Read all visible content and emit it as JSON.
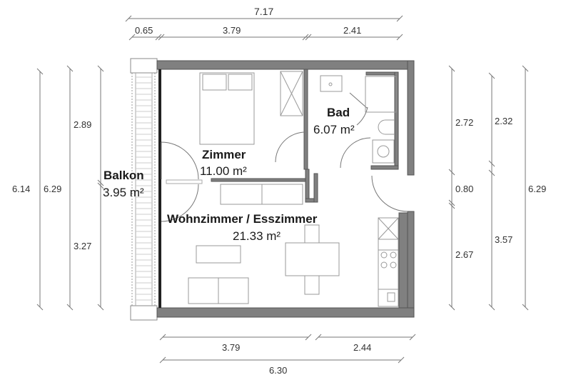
{
  "colors": {
    "wall": "#808080",
    "wall_outline": "#555555",
    "dim_line": "#666666",
    "furniture": "#999999",
    "background": "#ffffff"
  },
  "rooms": [
    {
      "name": "Zimmer",
      "area": "11.00 m²"
    },
    {
      "name": "Bad",
      "area": "6.07 m²"
    },
    {
      "name": "Balkon",
      "area": "3.95 m²"
    },
    {
      "name": "Wohnzimmer / Esszimmer",
      "area": "21.33 m²"
    }
  ],
  "dimensions": {
    "top_total": "7.17",
    "top_segments": [
      "0.65",
      "3.79",
      "2.41"
    ],
    "bottom_segments": [
      "3.79",
      "2.44"
    ],
    "bottom_total": "6.30",
    "left_outer": "6.14",
    "left_middle": "6.29",
    "left_inner": [
      "2.89",
      "3.27"
    ],
    "right_inner": [
      "2.72",
      "0.80",
      "2.67"
    ],
    "right_middle": [
      "2.32",
      "3.57"
    ],
    "right_outer": "6.29"
  }
}
